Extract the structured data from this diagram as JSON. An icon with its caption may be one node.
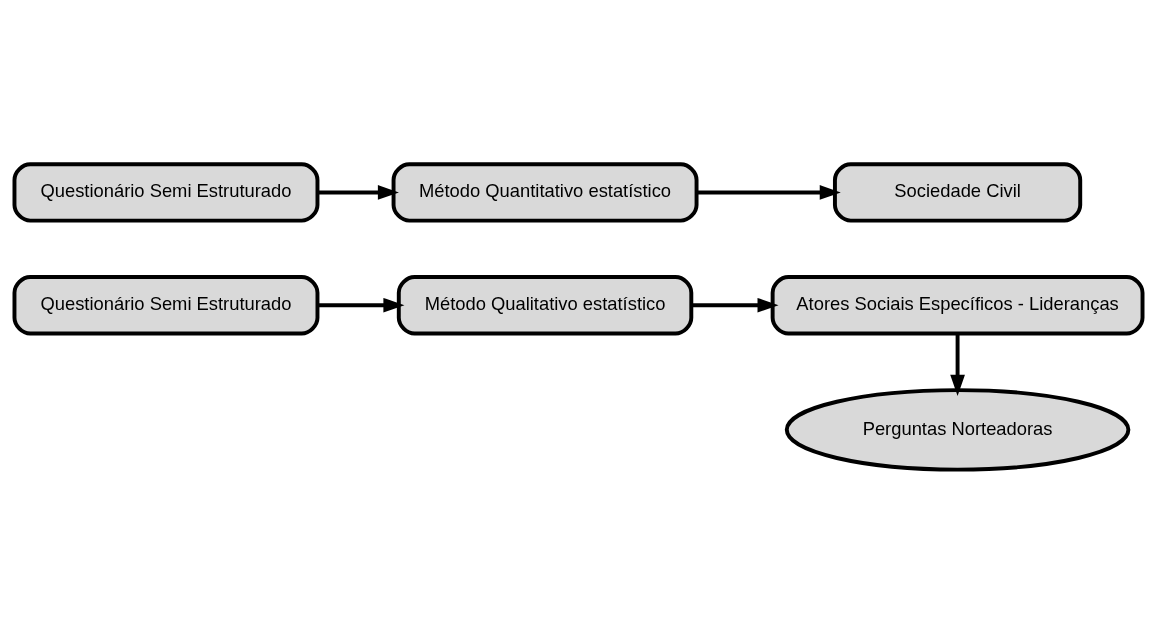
{
  "diagram": {
    "nodes": [
      {
        "text": [
          "Questionário Semi Estruturado"
        ]
      },
      {
        "text": [
          "Método Quantitativo estatístico"
        ]
      },
      {
        "text": [
          "Sociedade Civil"
        ]
      },
      {
        "text": [
          "Método Qualitativo estatístico"
        ]
      },
      {
        "text": [
          "Atores Sociais Específicos - Lideranças"
        ]
      },
      {
        "text": [
          "Questionário Semi Estruturado"
        ]
      },
      {
        "text": [
          "Perguntas Norteadoras"
        ]
      }
    ],
    "edges": [
      {
        "from": 0,
        "to": 1,
        "arrow": "to"
      },
      {
        "from": 1,
        "to": 2,
        "arrow": "to"
      },
      {
        "from": 5,
        "to": 3,
        "arrow": "to"
      },
      {
        "from": 3,
        "to": 4,
        "arrow": "to"
      },
      {
        "from": 4,
        "to": 6,
        "arrow": "to"
      }
    ]
  }
}
